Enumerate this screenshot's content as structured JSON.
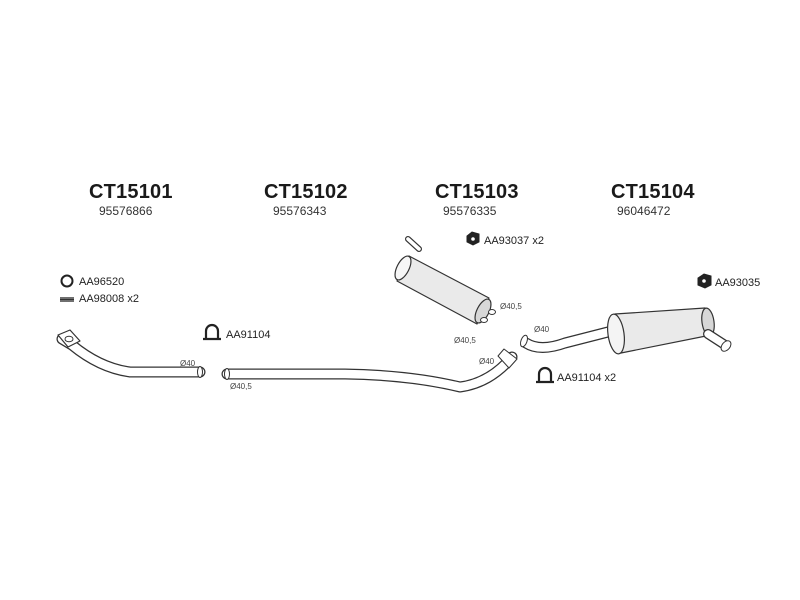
{
  "parts": [
    {
      "code": "CT15101",
      "oem": "95576866"
    },
    {
      "code": "CT15102",
      "oem": "95576343"
    },
    {
      "code": "CT15103",
      "oem": "95576335"
    },
    {
      "code": "CT15104",
      "oem": "96046472"
    }
  ],
  "accessories": {
    "a1": "AA96520",
    "a2": "AA98008 x2",
    "a3": "AA91104",
    "a4": "AA93037 x2",
    "a5": "AA93035",
    "a6": "AA91104 x2"
  },
  "diameters": {
    "d1": "Ø40",
    "d2": "Ø40,5",
    "d3": "Ø40,5",
    "d4": "Ø40,5",
    "d5": "Ø40",
    "d6": "Ø40"
  }
}
